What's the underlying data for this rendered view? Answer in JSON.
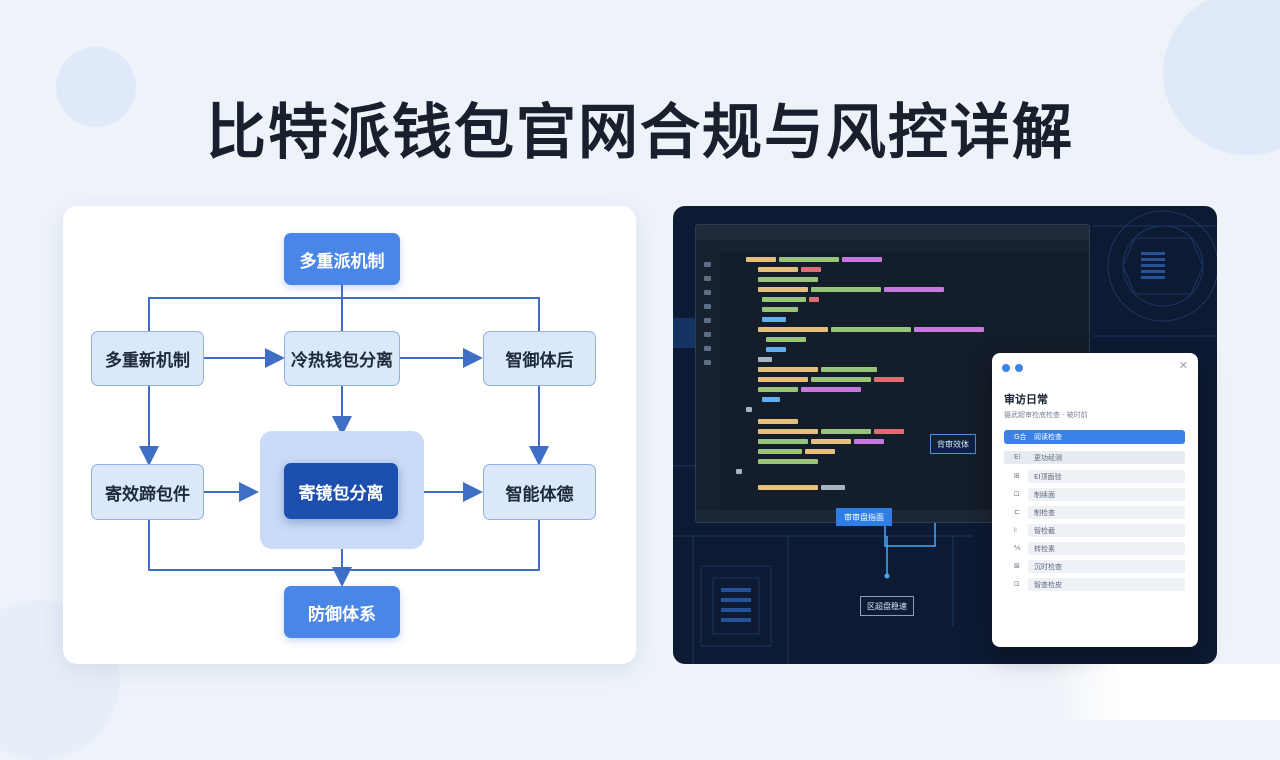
{
  "title": "比特派钱包官网合规与风控详解",
  "diagram": {
    "top": "多重派机制",
    "left_upper": "多重新机制",
    "center_upper": "冷热钱包分离",
    "right_upper": "智御体后",
    "left_lower": "寄效蹄包件",
    "center": "寄镜包分离",
    "right_lower": "智能体德",
    "bottom": "防御体系"
  },
  "screen": {
    "callout_a": "背审效体",
    "callout_b": "审审盘指面",
    "callout_c": "区超盘稳速"
  },
  "panel": {
    "title": "审访日常",
    "subtitle": "摄武超审检底检查 · 被时前",
    "active_icon": "G合",
    "active_label": "阅读检查",
    "rows": [
      {
        "icon": "Ei",
        "label": "更功经测"
      },
      {
        "icon": "⊞",
        "label": "EI顶面验"
      },
      {
        "icon": "⊡",
        "label": "制续面"
      },
      {
        "icon": "⊏",
        "label": "制检查"
      },
      {
        "icon": "⊧",
        "label": "智检截"
      },
      {
        "icon": "⅍",
        "label": "转检素"
      },
      {
        "icon": "⊠",
        "label": "沉时检查"
      },
      {
        "icon": "⊡",
        "label": "智查检皮"
      }
    ]
  },
  "colors": {
    "primary": "#4a86e8",
    "dark": "#1c4fad",
    "light": "#dbe8fa",
    "screen_bg": "#0d1a33"
  }
}
